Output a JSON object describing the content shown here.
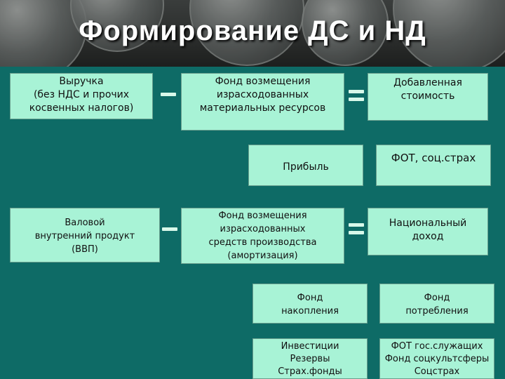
{
  "title": "Формирование ДС и НД",
  "boxes": {
    "revenue": [
      "Выручка",
      "(без НДС и прочих",
      "косвенных налогов)"
    ],
    "material_fund": [
      "Фонд возмещения",
      "израсходованных",
      "материальных ресурсов"
    ],
    "added_value": [
      "Добавленная",
      "стоимость"
    ],
    "profit": [
      "Прибыль"
    ],
    "payroll": [
      "ФОТ, соц.страх"
    ],
    "gdp": [
      "Валовой",
      "внутренний продукт",
      "(ВВП)"
    ],
    "depreciation_fund": [
      "Фонд возмещения",
      "израсходованных",
      "средств производства",
      "(амортизация)"
    ],
    "national_income": [
      "Национальный",
      "доход"
    ],
    "accumulation_fund": [
      "Фонд",
      "накопления"
    ],
    "consumption_fund": [
      "Фонд",
      "потребления"
    ],
    "investments": [
      "Инвестиции",
      "Резервы",
      "Страх.фонды"
    ],
    "public_payroll": [
      "ФОТ гос.служащих",
      "Фонд соцкультсферы",
      "Соцстрах"
    ]
  },
  "operators": {
    "minus": "−",
    "equals": "="
  },
  "colors": {
    "background": "#0e6b66",
    "box": "#a8f3d6",
    "operator": "#d8f8ea"
  }
}
